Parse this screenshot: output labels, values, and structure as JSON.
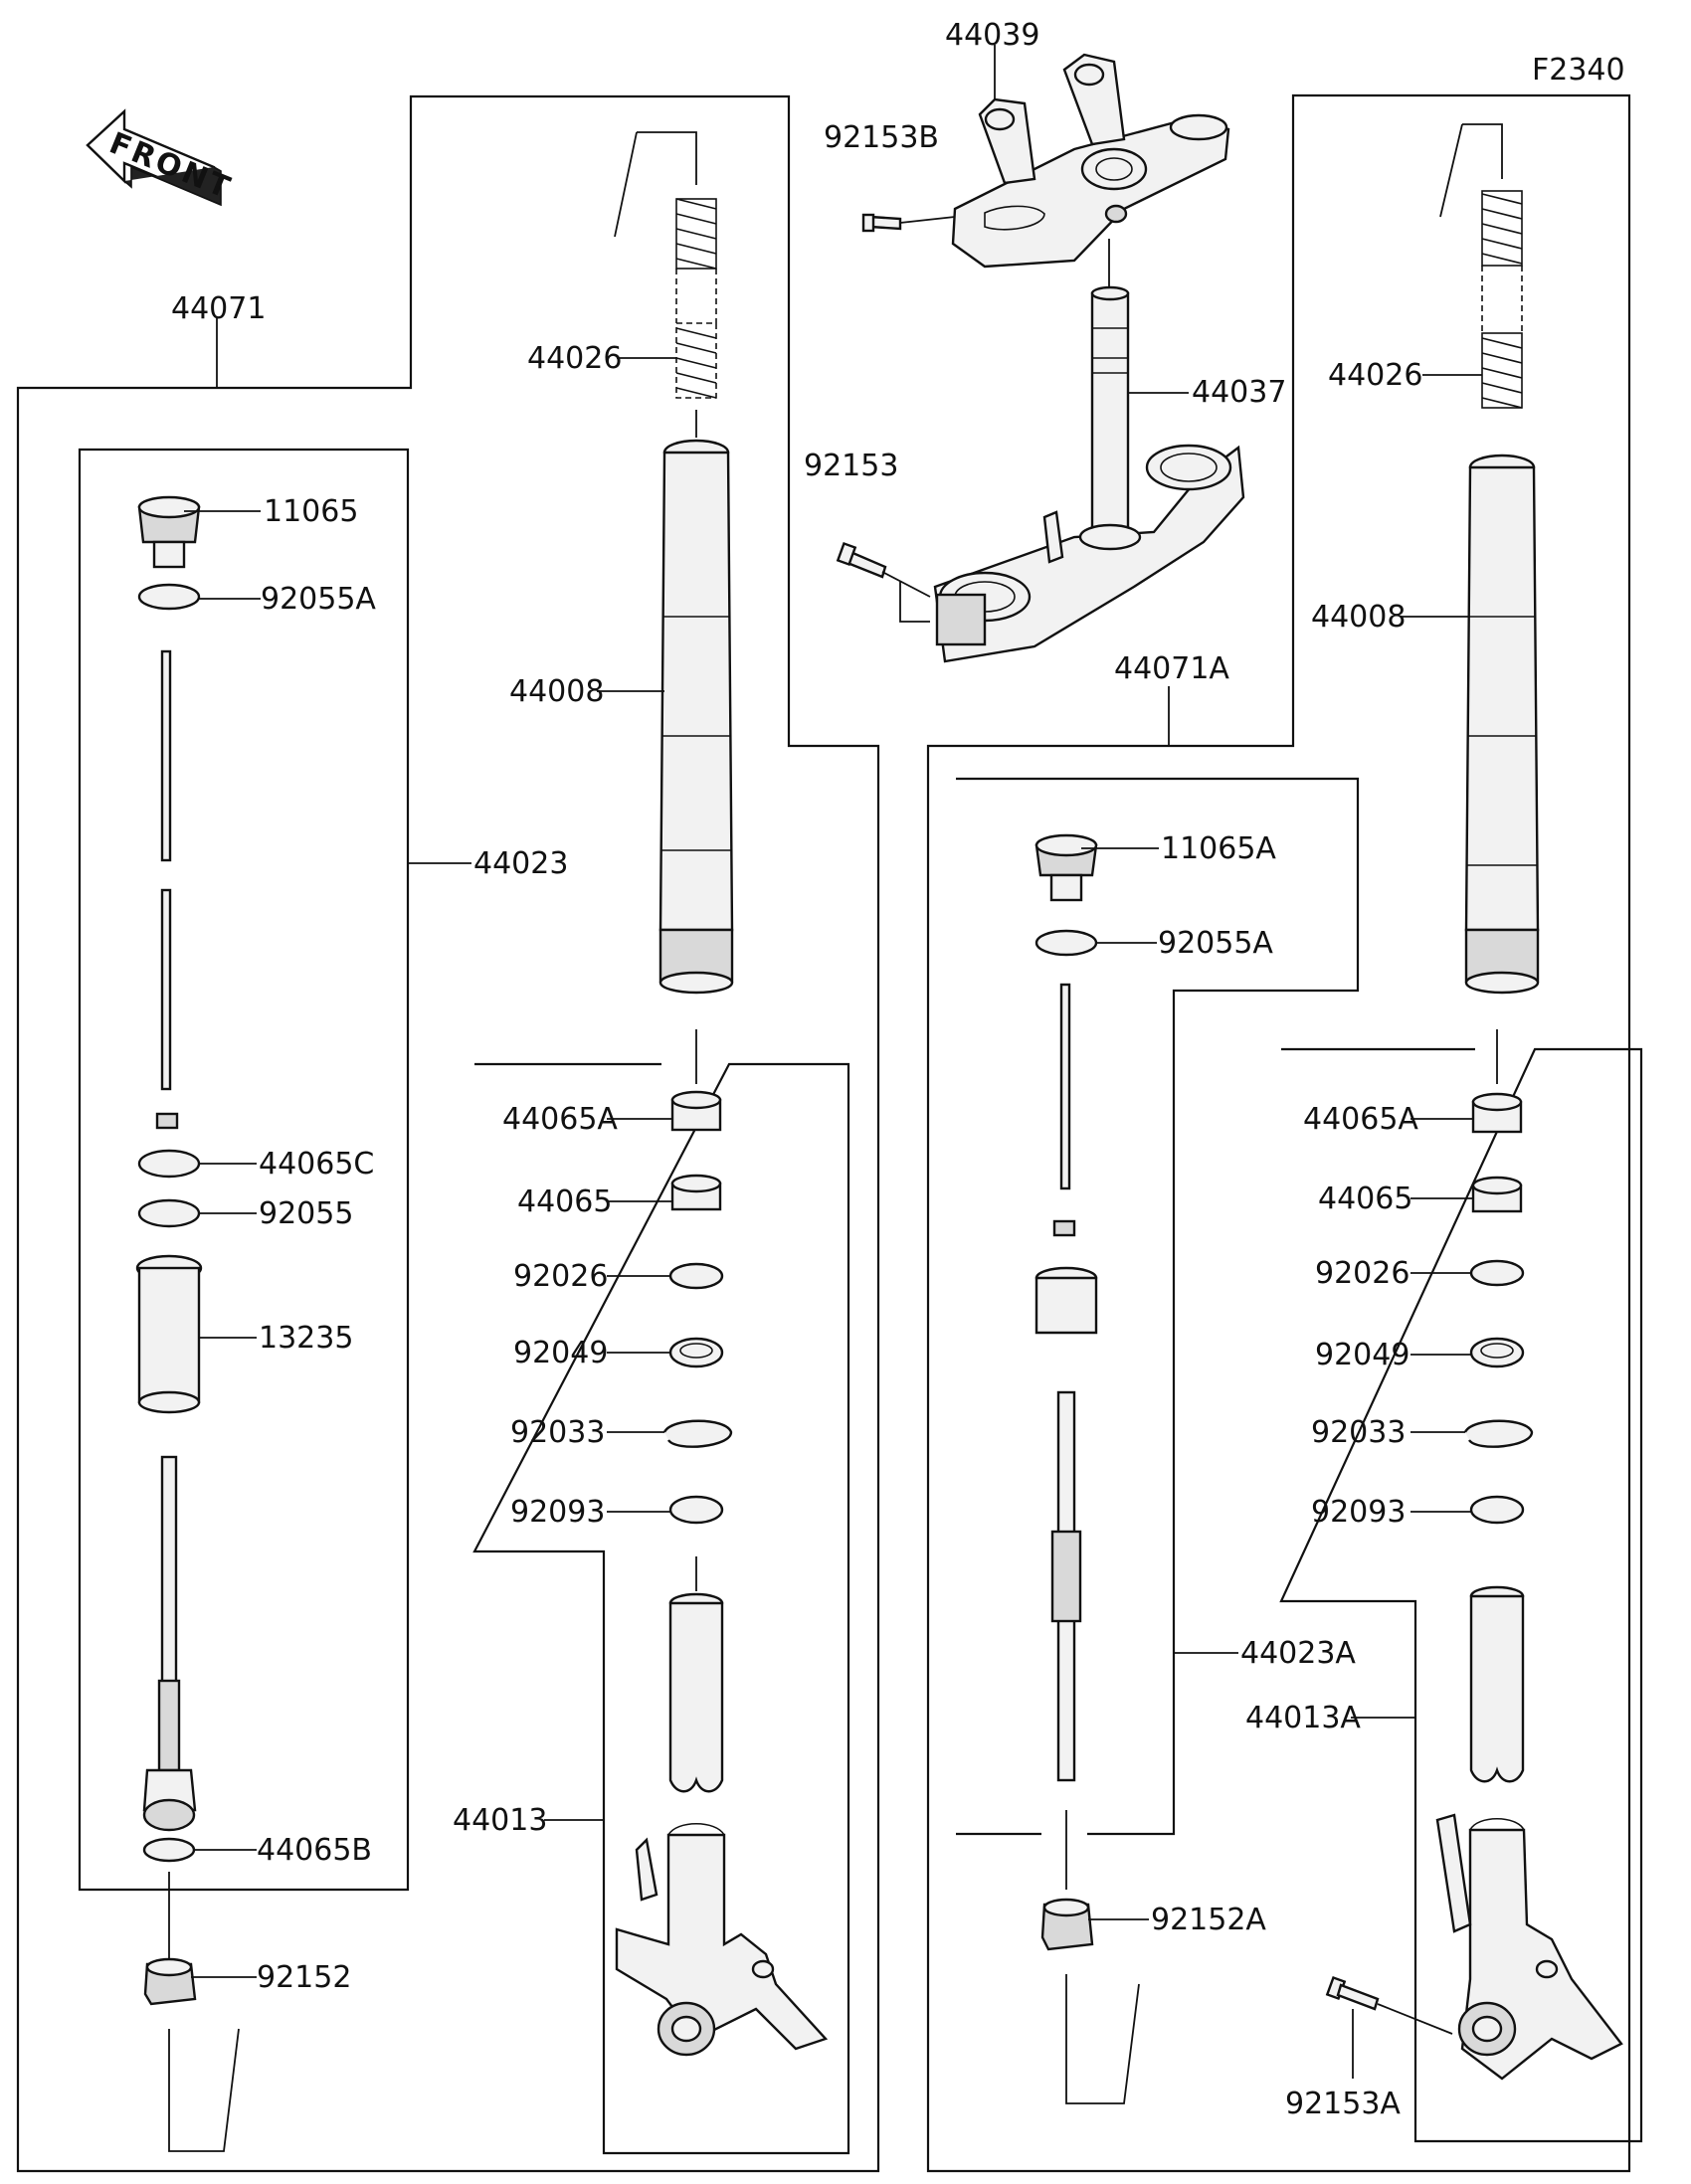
{
  "figure_code": "F2340",
  "front_label": "FRONT",
  "labels": {
    "p44039": "44039",
    "p92153B": "92153B",
    "p44037": "44037",
    "p92153": "92153",
    "p44071A": "44071A",
    "p44071": "44071",
    "p44026_l": "44026",
    "p44008_l": "44008",
    "p11065": "11065",
    "p92055A_l": "92055A",
    "p44023": "44023",
    "p44065C": "44065C",
    "p92055": "92055",
    "p13235": "13235",
    "p44065B": "44065B",
    "p92152": "92152",
    "p44065A_l": "44065A",
    "p44065_l": "44065",
    "p92026_l": "92026",
    "p92049_l": "92049",
    "p92033_l": "92033",
    "p92093_l": "92093",
    "p44013": "44013",
    "p44026_r": "44026",
    "p44008_r": "44008",
    "p11065A": "11065A",
    "p92055A_r": "92055A",
    "p44023A": "44023A",
    "p92152A": "92152A",
    "p44065A_r": "44065A",
    "p44065_r": "44065",
    "p92026_r": "92026",
    "p92049_r": "92049",
    "p92033_r": "92033",
    "p92093_r": "92093",
    "p44013A": "44013A",
    "p92153A": "92153A"
  }
}
